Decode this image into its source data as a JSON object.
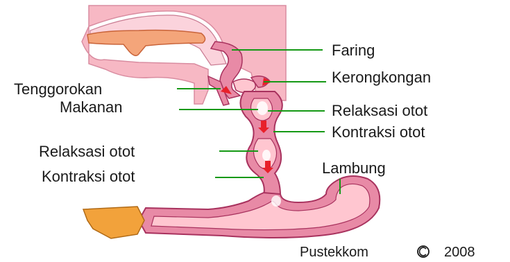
{
  "labels": {
    "faring": "Faring",
    "kerongkongan": "Kerongkongan",
    "tenggorokan": "Tenggorokan",
    "makanan": "Makanan",
    "relaksasi_right": "Relaksasi otot",
    "kontraksi_right": "Kontraksi otot",
    "relaksasi_left": "Relaksasi otot",
    "kontraksi_left": "Kontraksi otot",
    "lambung": "Lambung"
  },
  "credit": {
    "author": "Pustekkom",
    "year": "2008"
  },
  "colors": {
    "skin": "#f7b8c4",
    "tissue": "#e88aa6",
    "lumen": "#ffc6d0",
    "outline": "#a8325e",
    "palate": "#f4a57a",
    "duodenum": "#f2a23b",
    "arrow": "#e8202a",
    "leader": "#159915"
  }
}
